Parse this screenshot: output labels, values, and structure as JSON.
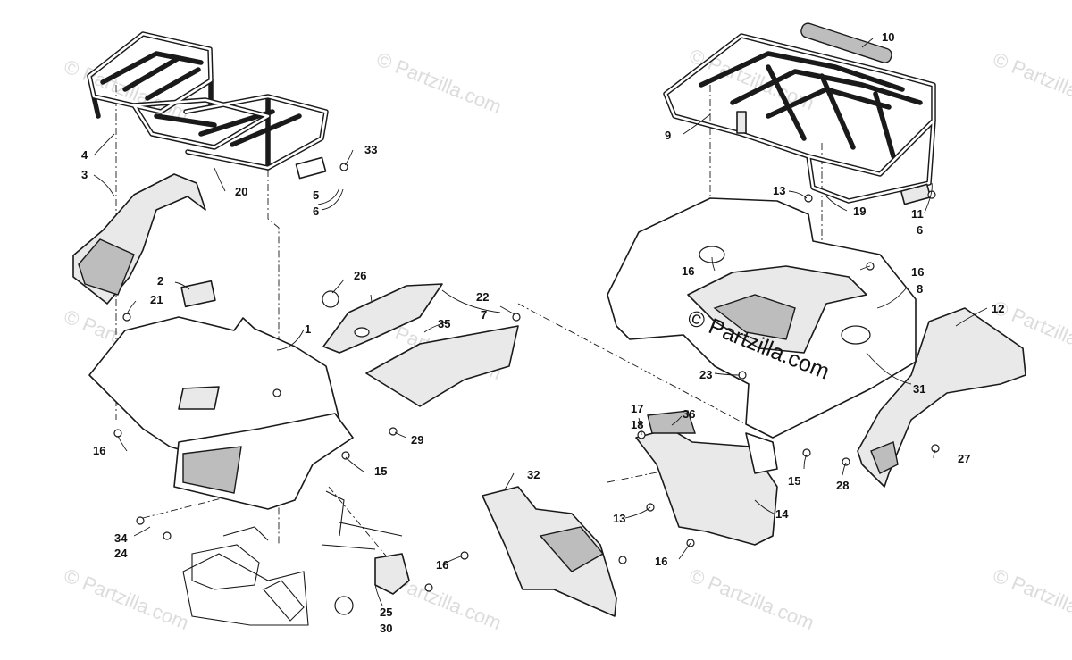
{
  "diagram": {
    "watermark_text": "© Partzilla.com",
    "callouts": [
      "1",
      "2",
      "3",
      "4",
      "5",
      "6",
      "6",
      "7",
      "8",
      "9",
      "10",
      "11",
      "12",
      "13",
      "13",
      "14",
      "15",
      "15",
      "16",
      "16",
      "16",
      "16",
      "16",
      "17",
      "18",
      "19",
      "20",
      "21",
      "22",
      "23",
      "24",
      "25",
      "26",
      "27",
      "28",
      "29",
      "30",
      "31",
      "32",
      "33",
      "34",
      "35",
      "36"
    ]
  }
}
